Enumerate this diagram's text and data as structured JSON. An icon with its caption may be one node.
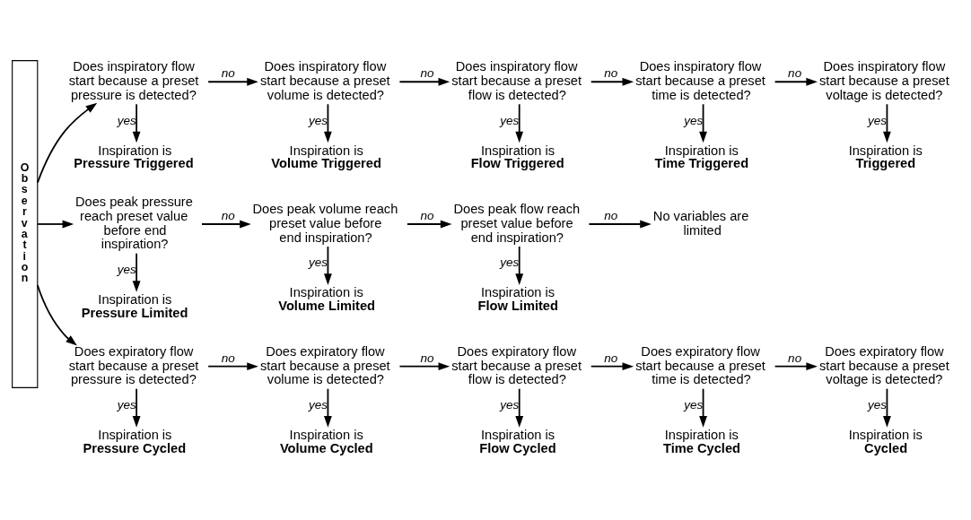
{
  "diagram": {
    "nodes": [
      {
        "text": [
          "Observation"
        ]
      },
      {
        "text": [
          "Inspiration is",
          "Pressure Triggered"
        ]
      },
      {
        "text": [
          "Does inspiratory flow start because a preset pressure is detected?"
        ]
      },
      {
        "text": [
          "Inspiration is",
          "Volume Triggered"
        ]
      },
      {
        "text": [
          "Does inspiratory flow start because a preset volume is detected?"
        ]
      },
      {
        "text": [
          "Inspiration is",
          "Flow Triggered"
        ]
      },
      {
        "text": [
          "Does inspiratory flow start because a preset flow is detected?"
        ]
      },
      {
        "text": [
          "Inspiration is",
          "Time Triggered"
        ]
      },
      {
        "text": [
          "Does inspiratory flow start because a preset time is detected?"
        ]
      },
      {
        "text": [
          "Inspiration is",
          "Triggered"
        ]
      },
      {
        "text": [
          "Does inspiratory flow start because a preset voltage is detected?"
        ]
      },
      {
        "text": [
          "Inspiration is",
          "Pressure Limited"
        ]
      },
      {
        "text": [
          "Does peak pressure reach preset value before end inspiration?"
        ]
      },
      {
        "text": [
          "Inspiration is",
          "Volume Limited"
        ]
      },
      {
        "text": [
          "Does peak volume reach preset value before end inspiration?"
        ]
      },
      {
        "text": [
          "Inspiration is",
          "Flow Limited"
        ]
      },
      {
        "text": [
          "Does peak flow reach preset value before end inspiration?"
        ]
      },
      {
        "text": [
          "No variables are limited"
        ]
      },
      {
        "text": [
          "Inspiration is",
          "Pressure Cycled"
        ]
      },
      {
        "text": [
          "Does expiratory flow start because a preset pressure is detected?"
        ]
      },
      {
        "text": [
          "Inspiration is",
          "Volume Cycled"
        ]
      },
      {
        "text": [
          "Does expiratory flow start because a preset volume is detected?"
        ]
      },
      {
        "text": [
          "Inspiration is",
          "Flow Cycled"
        ]
      },
      {
        "text": [
          "Does expiratory flow start because a preset flow is detected?"
        ]
      },
      {
        "text": [
          "Inspiration is",
          "Time Cycled"
        ]
      },
      {
        "text": [
          "Does expiratory flow start because a preset time is detected?"
        ]
      },
      {
        "text": [
          "Inspiration is",
          "Cycled"
        ]
      },
      {
        "text": [
          "Does expiratory flow start because a preset voltage is detected?"
        ]
      }
    ],
    "edges": [
      {
        "from": 0,
        "to": 2,
        "arrow": "to"
      },
      {
        "from": 2,
        "to": 1,
        "arrow": "to",
        "label": "yes"
      },
      {
        "from": 2,
        "to": 4,
        "arrow": "to",
        "label": "no"
      },
      {
        "from": 4,
        "to": 3,
        "arrow": "to",
        "label": "yes"
      },
      {
        "from": 4,
        "to": 6,
        "arrow": "to",
        "label": "no"
      },
      {
        "from": 6,
        "to": 5,
        "arrow": "to",
        "label": "yes"
      },
      {
        "from": 6,
        "to": 8,
        "arrow": "to",
        "label": "no"
      },
      {
        "from": 8,
        "to": 7,
        "arrow": "to",
        "label": "yes"
      },
      {
        "from": 8,
        "to": 10,
        "arrow": "to",
        "label": "no"
      },
      {
        "from": 10,
        "to": 9,
        "arrow": "to",
        "label": "yes"
      },
      {
        "from": 0,
        "to": 12,
        "arrow": "to"
      },
      {
        "from": 12,
        "to": 11,
        "arrow": "to",
        "label": "yes"
      },
      {
        "from": 12,
        "to": 14,
        "arrow": "to",
        "label": "no"
      },
      {
        "from": 14,
        "to": 13,
        "arrow": "to",
        "label": "yes"
      },
      {
        "from": 14,
        "to": 16,
        "arrow": "to",
        "label": "no"
      },
      {
        "from": 16,
        "to": 15,
        "arrow": "to",
        "label": "yes"
      },
      {
        "from": 16,
        "to": 17,
        "arrow": "to",
        "label": "no"
      },
      {
        "from": 0,
        "to": 19,
        "arrow": "to"
      },
      {
        "from": 19,
        "to": 18,
        "arrow": "to",
        "label": "yes"
      },
      {
        "from": 19,
        "to": 21,
        "arrow": "to",
        "label": "no"
      },
      {
        "from": 21,
        "to": 20,
        "arrow": "to",
        "label": "yes"
      },
      {
        "from": 21,
        "to": 23,
        "arrow": "to",
        "label": "no"
      },
      {
        "from": 23,
        "to": 22,
        "arrow": "to",
        "label": "yes"
      },
      {
        "from": 23,
        "to": 25,
        "arrow": "to",
        "label": "no"
      },
      {
        "from": 25,
        "to": 24,
        "arrow": "to",
        "label": "yes"
      },
      {
        "from": 25,
        "to": 27,
        "arrow": "to",
        "label": "no"
      },
      {
        "from": 27,
        "to": 26,
        "arrow": "to",
        "label": "yes"
      }
    ]
  }
}
